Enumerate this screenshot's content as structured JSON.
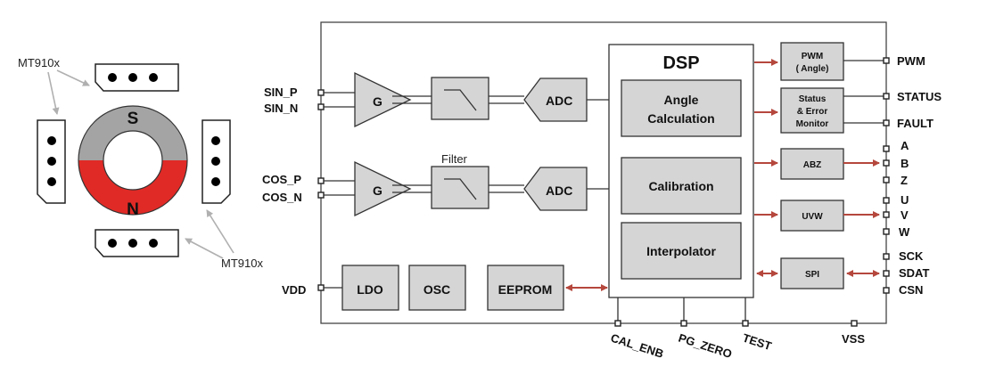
{
  "left_figure": {
    "sensor_label_top": "MT910x",
    "sensor_label_bottom": "MT910x",
    "magnet_south": "S",
    "magnet_north": "N",
    "colors": {
      "south": "#a4a4a4",
      "north": "#e02a26",
      "pin": "#000000"
    }
  },
  "chip": {
    "inputs": {
      "sin_p": "SIN_P",
      "sin_n": "SIN_N",
      "cos_p": "COS_P",
      "cos_n": "COS_N",
      "vdd": "VDD"
    },
    "blocks": {
      "gain_top": "G",
      "gain_bottom": "G",
      "filter_label": "Filter",
      "adc_top": "ADC",
      "adc_bottom": "ADC",
      "dsp_title": "DSP",
      "angle_calc_line1": "Angle",
      "angle_calc_line2": "Calculation",
      "calibration": "Calibration",
      "interpolator": "Interpolator",
      "ldo": "LDO",
      "osc": "OSC",
      "eeprom": "EEPROM",
      "pwm_line1": "PWM",
      "pwm_line2": "( Angle)",
      "status_line1": "Status",
      "status_line2": "& Error",
      "status_line3": "Monitor",
      "abz": "ABZ",
      "uvw": "UVW",
      "spi": "SPI"
    },
    "outputs": {
      "pwm": "PWM",
      "status": "STATUS",
      "fault": "FAULT",
      "a": "A",
      "b": "B",
      "z": "Z",
      "u": "U",
      "v": "V",
      "w": "W",
      "sck": "SCK",
      "sdat": "SDAT",
      "csn": "CSN"
    },
    "bottom_pins": {
      "cal_enb": "CAL_ENB",
      "pg_zero": "PG_ZERO",
      "test": "TEST",
      "vss": "VSS"
    },
    "colors": {
      "block_fill": "#d5d5d5",
      "arrow": "#b5473d",
      "outline": "#333333"
    }
  }
}
